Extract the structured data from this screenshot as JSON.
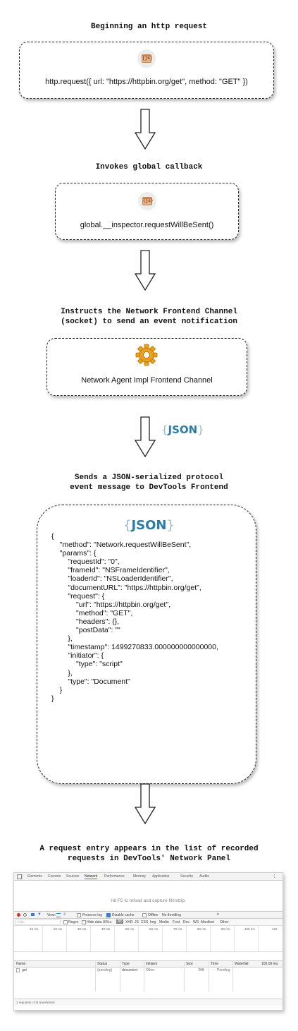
{
  "steps": [
    {
      "heading": "Beginning an http request",
      "box_text": "http.request({ url: \"https://httpbin.org/get\", method: \"GET\" })",
      "icon": "javascript-file-icon"
    },
    {
      "heading": "Invokes global callback",
      "box_text": "global.__inspector.requestWillBeSent()",
      "icon": "javascript-file-icon"
    },
    {
      "heading": "Instructs the Network Frontend Channel\n(socket) to send an event notification",
      "box_text": "Network Agent Impl Frontend Channel",
      "icon": "gear-icon"
    },
    {
      "heading": "Sends a JSON-serialized protocol\nevent message to DevTools Frontend",
      "icon": "json-logo-icon"
    },
    {
      "heading": "A request entry appears in the list of recorded\nrequests in DevTools' Network Panel"
    }
  ],
  "json_logo": {
    "open": "{",
    "text": "JSON",
    "close": "}"
  },
  "js_icon_text": "{js}",
  "json_message": "{\n    \"method\": \"Network.requestWillBeSent\",\n    \"params\": {\n        \"requestId\": \"0\",\n        \"frameId\": \"NSFrameIdentifier\",\n        \"loaderId\": \"NSLoaderIdentifier\",\n        \"documentURL\": \"https://httpbin.org/get\",\n        \"request\": {\n            \"url\": \"https://httpbin.org/get\",\n            \"method\": \"GET\",\n            \"headers\": {},\n            \"postData\": \"\"\n        },\n        \"timestamp\": 1499270833.000000000000000,\n        \"initiator\": {\n            \"type\": \"script\"\n        },\n        \"type\": \"Document\"\n    }\n}",
  "devtools": {
    "tabs": [
      "Elements",
      "Console",
      "Sources",
      "Network",
      "Performance",
      "Memory",
      "Application",
      "Security",
      "Audits"
    ],
    "active_tab": "Network",
    "notice": "Hit F5 to reload and capture filmstrip.",
    "toolbar": {
      "view": "View:",
      "preserve_log": "Preserve log",
      "disable_cache": "Disable cache",
      "offline": "Offline",
      "throttling": "No throttling"
    },
    "filter": {
      "placeholder": "Filter",
      "regex": "Regex",
      "hide_data_urls": "Hide data URLs",
      "types": [
        "All",
        "XHR",
        "JS",
        "CSS",
        "Img",
        "Media",
        "Font",
        "Doc",
        "WS",
        "Manifest",
        "Other"
      ]
    },
    "timeline_ticks": [
      "10 ms",
      "20 ms",
      "30 ms",
      "40 ms",
      "50 ms",
      "60 ms",
      "70 ms",
      "80 ms",
      "90 ms",
      "100 ms",
      "110"
    ],
    "columns": [
      "Name",
      "Status",
      "Type",
      "Initiator",
      "Size",
      "Time",
      "Waterfall",
      "100.00 ms"
    ],
    "rows": [
      {
        "name": "get",
        "status": "(pending)",
        "type": "document",
        "initiator": "Other",
        "size": "0 B",
        "time": "Pending"
      }
    ],
    "status": "1 requests | 0 B transferred",
    "colors": {
      "record": "#d93025",
      "active_tab_underline": "#3879d9"
    }
  }
}
